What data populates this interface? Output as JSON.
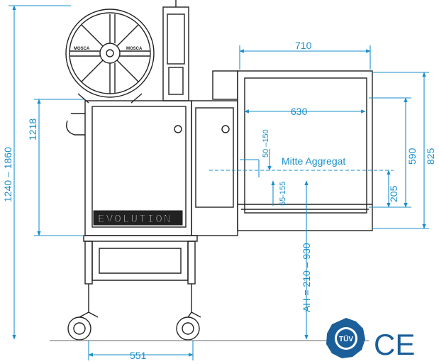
{
  "dimensions": {
    "total_height": "1240 – 1860",
    "frame_height": "1218",
    "table_width_outer": "710",
    "table_width_inner": "630",
    "outer_height": "825",
    "inner_height": "590",
    "adjust_range": "50 –150",
    "adjust_small": "55-155",
    "lower_height": "205",
    "working_height": "AH = 210 – 930",
    "wheelbase": "551"
  },
  "labels": {
    "center_unit": "Mitte Aggregat",
    "machine_brand": "EVOLUTION",
    "reel_brand": "MOSCA"
  },
  "logos": {
    "tuv": "TÜV",
    "ce": "CE"
  },
  "colors": {
    "dimension": "#1a8fc9",
    "line": "#222222",
    "ce": "#1a5f9a",
    "tuv": "#1a5f9a"
  }
}
